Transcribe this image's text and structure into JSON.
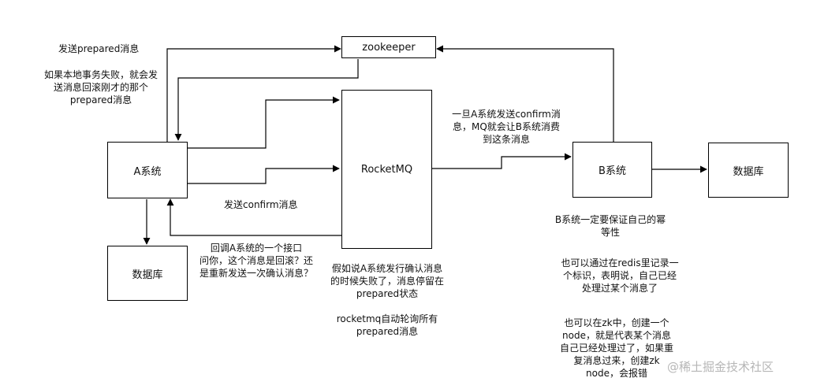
{
  "nodes": {
    "zookeeper": "zookeeper",
    "a_system": "A系统",
    "rocketmq": "RocketMQ",
    "b_system": "B系统",
    "db_a": "数据库",
    "db_b": "数据库"
  },
  "notes": {
    "send_prepared": "发送prepared消息",
    "rollback": [
      "如果本地事务失败，就会发",
      "送消息回滚刚才的那个",
      "prepared消息"
    ],
    "send_confirm": "发送confirm消息",
    "callback": [
      "回调A系统的一个接口",
      "问你，这个消息是回滚？还",
      "是重新发送一次确认消息？"
    ],
    "confirm_fail": [
      "假如说A系统发行确认消息",
      "的时候失败了，消息停留在",
      "prepared状态"
    ],
    "auto_poll": [
      "rocketmq自动轮询所有",
      "prepared消息"
    ],
    "consume": [
      "一旦A系统发送confirm消",
      "息，MQ就会让B系统消费",
      "到这条消息"
    ],
    "idempotent": [
      "B系统一定要保证自己的幂",
      "等性"
    ],
    "redis": [
      "也可以通过在redis里记录一",
      "个标识，表明说，自己已经",
      "处理过某个消息了"
    ],
    "zk": [
      "也可以在zk中，创建一个",
      "node，就是代表某个消息",
      "自己已经处理过了，如果重",
      "复消息过来，创建zk",
      "node，会报错"
    ]
  },
  "watermark": "@稀土掘金技术社区"
}
